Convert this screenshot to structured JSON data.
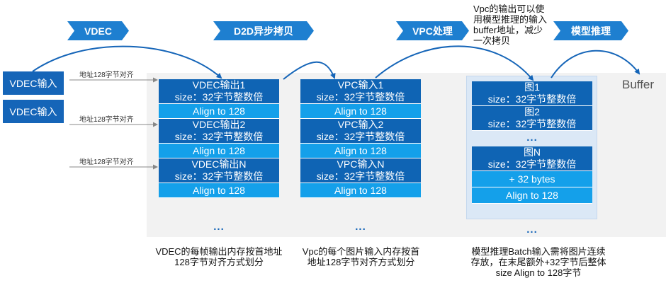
{
  "stages": {
    "vdec": "VDEC",
    "d2d": "D2D异步拷贝",
    "vpc": "VPC处理",
    "infer": "模型推理"
  },
  "vpc_note": "Vpc的输出可以使用模型推理的输入buffer地址，减少一次拷贝",
  "buffer_label": "Buffer",
  "inputs": [
    "VDEC输入",
    "VDEC输入"
  ],
  "addr_labels": [
    "地址128字节对齐",
    "地址128字节对齐",
    "地址128字节对齐"
  ],
  "columns": {
    "vdec": {
      "blocks": [
        {
          "name": "VDEC输出1",
          "size": "size：32字节整数倍",
          "align": "Align to 128"
        },
        {
          "name": "VDEC输出2",
          "size": "size：32字节整数倍",
          "align": "Align to 128"
        },
        {
          "name": "VDEC输出N",
          "size": "size：32字节整数倍",
          "align": "Align to 128"
        }
      ],
      "dots": "...",
      "caption": "VDEC的每帧输出内存按首地址128字节对齐方式划分"
    },
    "vpc": {
      "blocks": [
        {
          "name": "VPC输入1",
          "size": "size：32字节整数倍",
          "align": "Align to 128"
        },
        {
          "name": "VPC输入2",
          "size": "size：32字节整数倍",
          "align": "Align to 128"
        },
        {
          "name": "VPC输入N",
          "size": "size：32字节整数倍",
          "align": "Align to 128"
        }
      ],
      "dots": "...",
      "caption": "Vpc的每个图片输入内存按首地址128字节对齐方式划分"
    },
    "model": {
      "blocks": [
        {
          "name": "图1",
          "size": "size：32字节整数倍"
        },
        {
          "name": "图2",
          "size": "size：32字节整数倍"
        },
        {
          "name": "图N",
          "size": "size：32字节整数倍"
        }
      ],
      "mid_dots": "...",
      "extra": "+ 32 bytes",
      "align": "Align to 128",
      "dots": "...",
      "caption": "模型推理Batch输入需将图片连续存放，在末尾额外+32字节后整体size Align to 128字节"
    }
  },
  "colors": {
    "chevron": "#1e7fd0",
    "dark_block": "#0f64b4",
    "light_block": "#14a0ea",
    "arrow": "#1565b8",
    "panel": "#f2f2f2"
  }
}
